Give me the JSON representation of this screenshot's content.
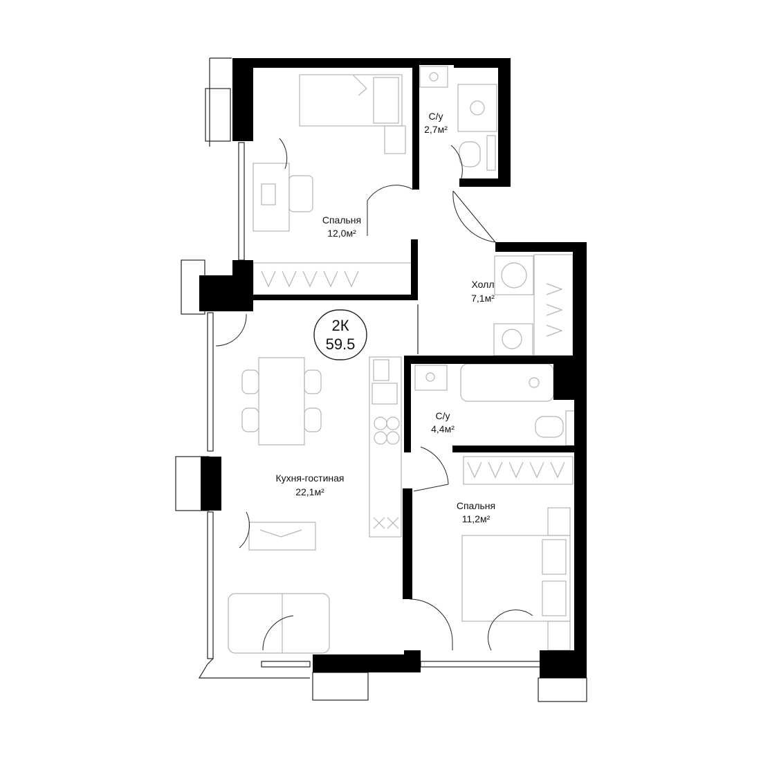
{
  "plan": {
    "apartment_type": "2К",
    "total_area": "59.5",
    "rooms": [
      {
        "name": "Спальня",
        "area": "12,0м²"
      },
      {
        "name": "С/у",
        "area": "2,7м²"
      },
      {
        "name": "Холл",
        "area": "7,1м²"
      },
      {
        "name": "Кухня-гостиная",
        "area": "22,1м²"
      },
      {
        "name": "С/у",
        "area": "4,4м²"
      },
      {
        "name": "Спальня",
        "area": "11,2м²"
      }
    ]
  }
}
